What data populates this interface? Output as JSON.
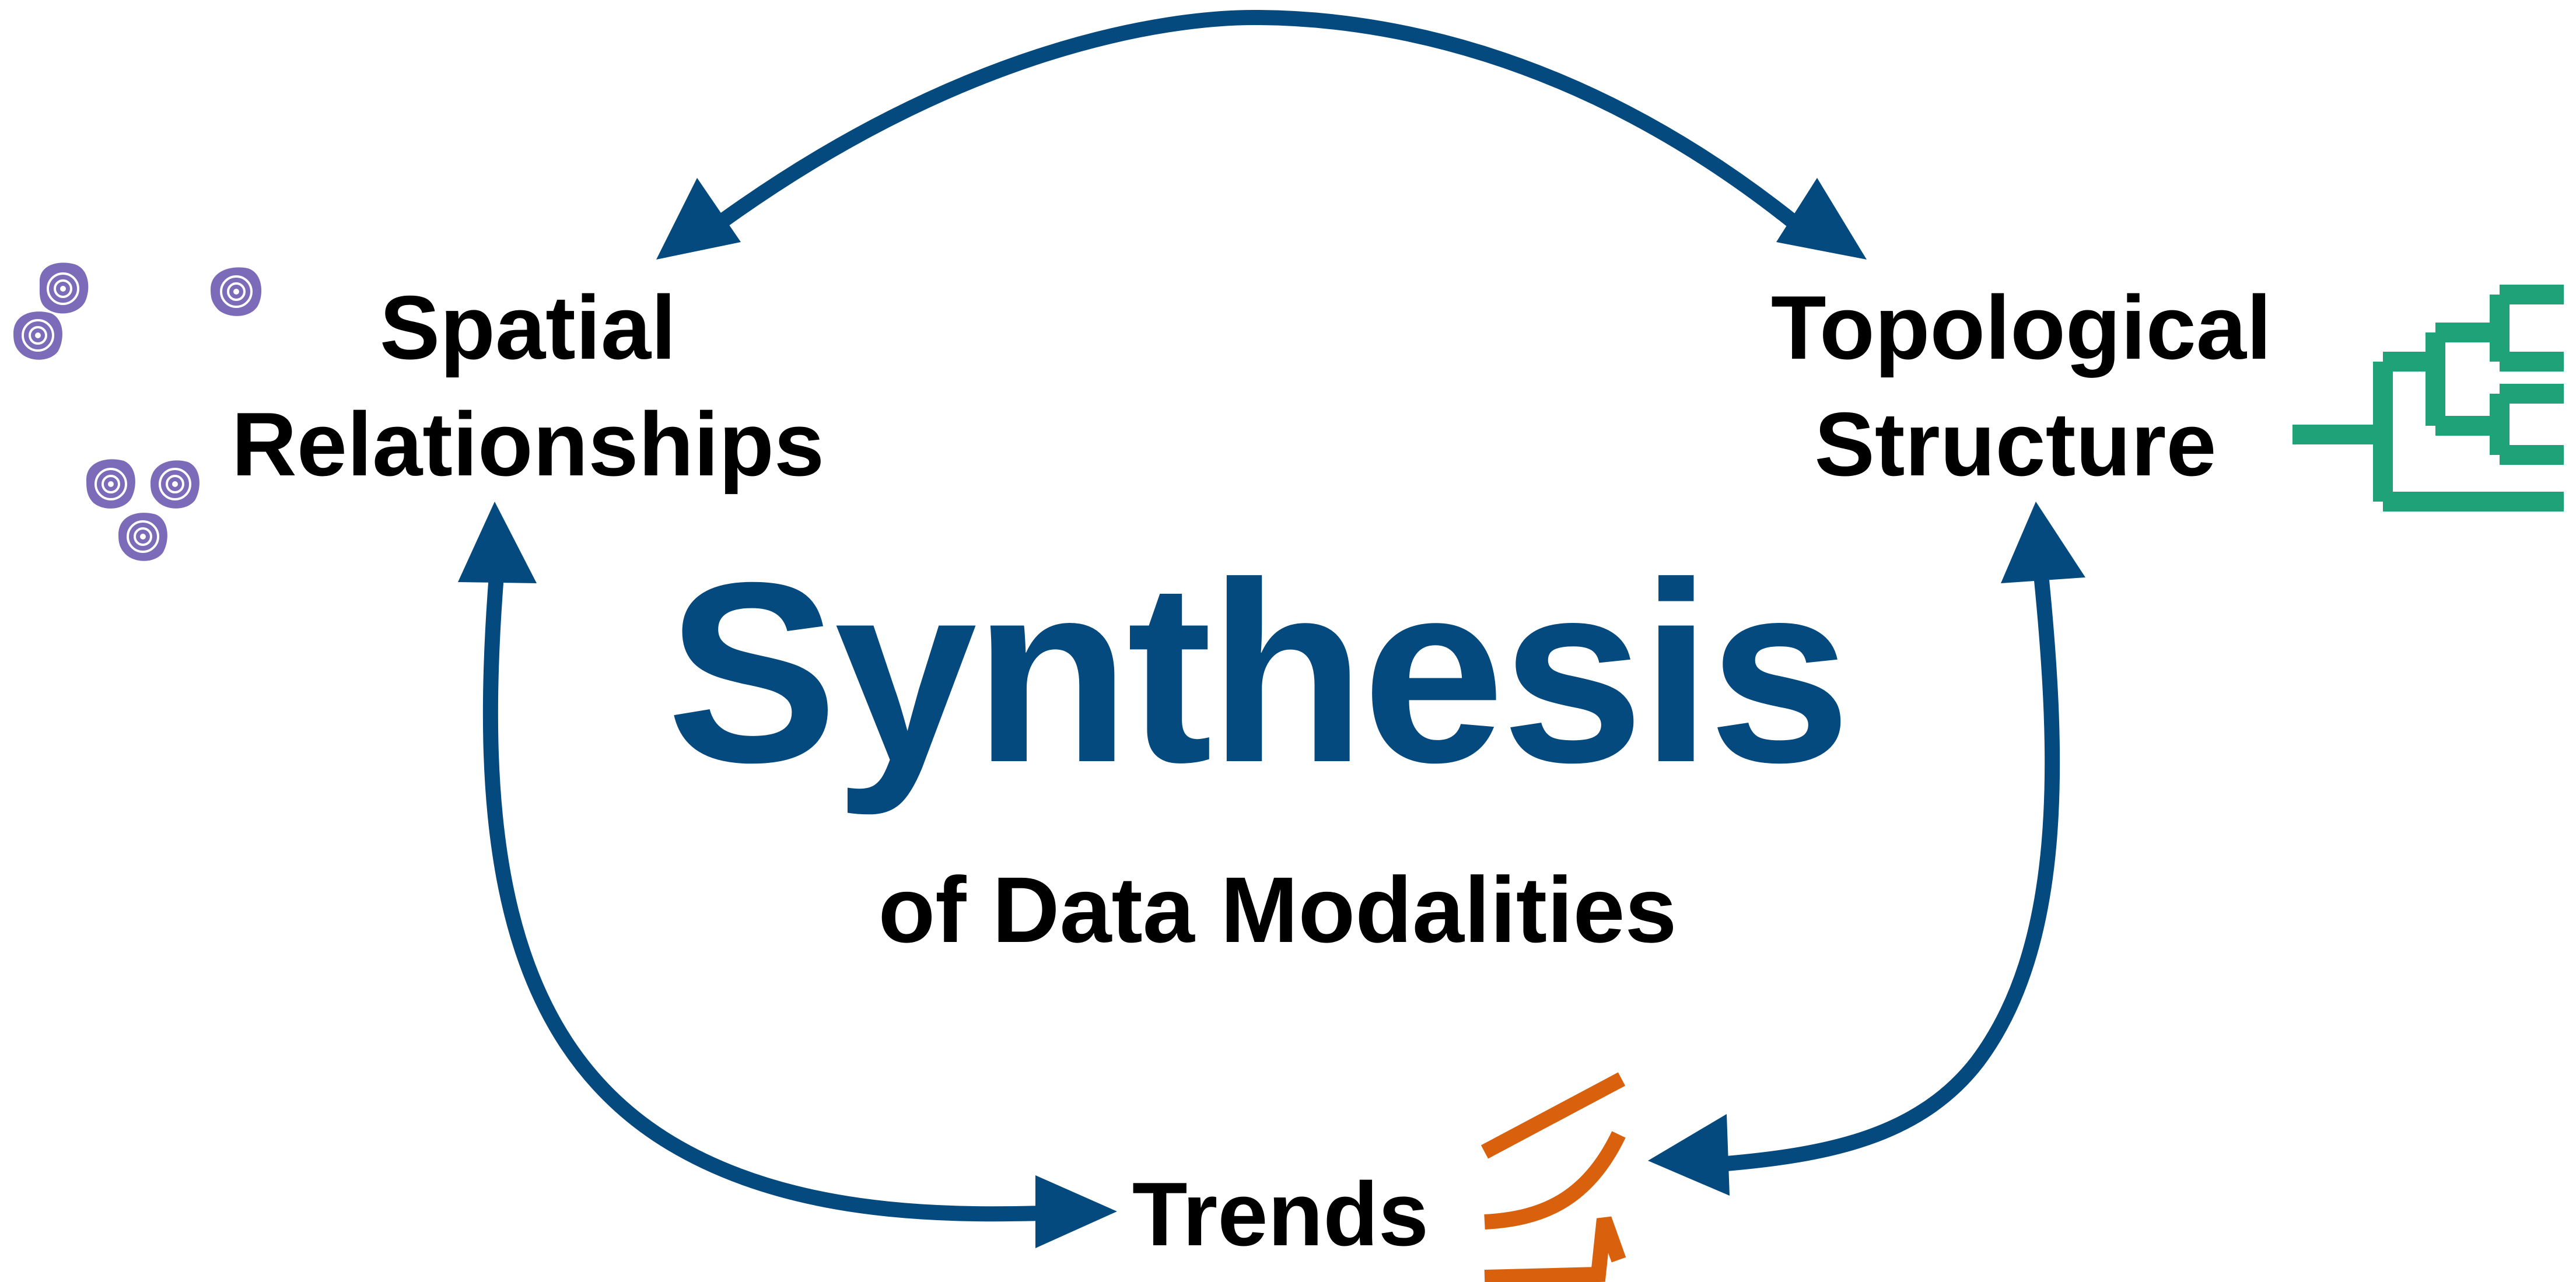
{
  "diagram": {
    "title": "Synthesis",
    "subtitle": "of Data Modalities",
    "nodes": {
      "spatial": {
        "line1": "Spatial",
        "line2": "Relationships",
        "icon": "cells-icon"
      },
      "topological": {
        "line1": "Topological",
        "line2": "Structure",
        "icon": "dendrogram-icon"
      },
      "trends": {
        "label": "Trends",
        "icon": "trend-lines-icon"
      }
    },
    "edges": [
      {
        "from": "spatial",
        "to": "topological",
        "direction": "both"
      },
      {
        "from": "spatial",
        "to": "trends",
        "direction": "both"
      },
      {
        "from": "topological",
        "to": "trends",
        "direction": "both"
      }
    ]
  },
  "colors": {
    "title": "#054A7E",
    "arrow": "#054A7E",
    "text": "#000000",
    "cells": "#7B6BB8",
    "tree": "#1FA277",
    "trend": "#D9600D"
  }
}
